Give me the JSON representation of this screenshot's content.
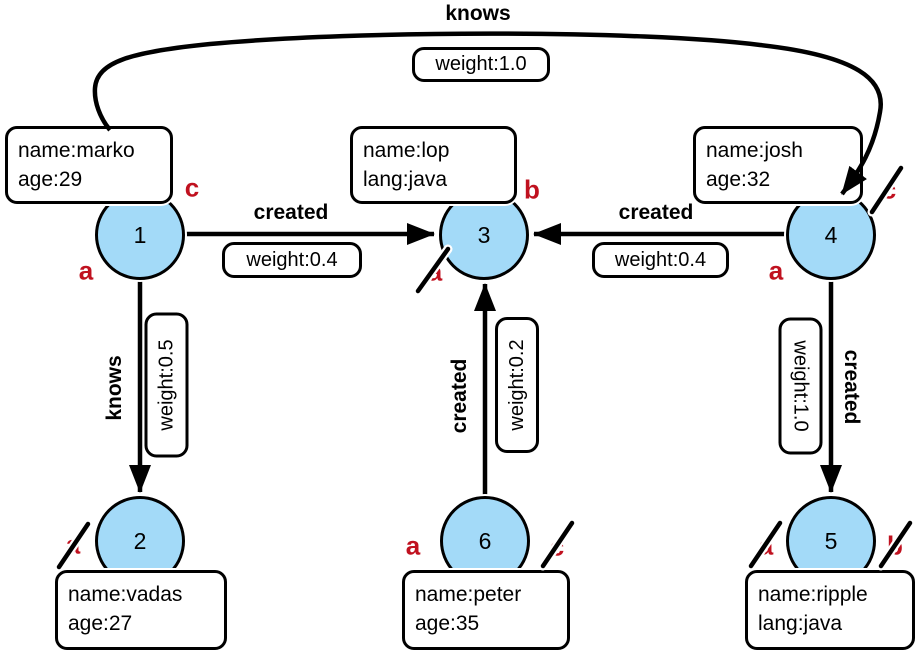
{
  "diagram_type": "property-graph",
  "colors": {
    "vertex_fill": "#A3DAF8",
    "vertex_border": "#000000",
    "edge_color": "#000000",
    "mark_red": "#C0111F",
    "box_fill": "#ffffff"
  },
  "nodes": [
    {
      "id": "1",
      "properties": [
        "name:marko",
        "age:29"
      ]
    },
    {
      "id": "2",
      "properties": [
        "name:vadas",
        "age:27"
      ]
    },
    {
      "id": "3",
      "properties": [
        "name:lop",
        "lang:java"
      ]
    },
    {
      "id": "4",
      "properties": [
        "name:josh",
        "age:32"
      ]
    },
    {
      "id": "5",
      "properties": [
        "name:ripple",
        "lang:java"
      ]
    },
    {
      "id": "6",
      "properties": [
        "name:peter",
        "age:35"
      ]
    }
  ],
  "edges": [
    {
      "label": "knows",
      "weight_label": "weight:1.0",
      "from": "1",
      "to": "4"
    },
    {
      "label": "created",
      "weight_label": "weight:0.4",
      "from": "1",
      "to": "3"
    },
    {
      "label": "created",
      "weight_label": "weight:0.4",
      "from": "4",
      "to": "3"
    },
    {
      "label": "knows",
      "weight_label": "weight:0.5",
      "from": "1",
      "to": "2"
    },
    {
      "label": "created",
      "weight_label": "weight:0.2",
      "from": "6",
      "to": "3"
    },
    {
      "label": "created",
      "weight_label": "weight:1.0",
      "from": "4",
      "to": "5"
    }
  ],
  "marks": [
    {
      "letter": "a",
      "node": "1",
      "struck": false
    },
    {
      "letter": "c",
      "node": "1",
      "struck": false
    },
    {
      "letter": "a",
      "node": "3",
      "struck": true
    },
    {
      "letter": "b",
      "node": "3",
      "struck": false
    },
    {
      "letter": "a",
      "node": "4",
      "struck": false
    },
    {
      "letter": "c",
      "node": "4",
      "struck": true
    },
    {
      "letter": "a",
      "node": "2",
      "struck": true
    },
    {
      "letter": "a",
      "node": "6",
      "struck": false
    },
    {
      "letter": "c",
      "node": "6",
      "struck": true
    },
    {
      "letter": "a",
      "node": "5",
      "struck": true
    },
    {
      "letter": "b",
      "node": "5",
      "struck": true
    }
  ]
}
